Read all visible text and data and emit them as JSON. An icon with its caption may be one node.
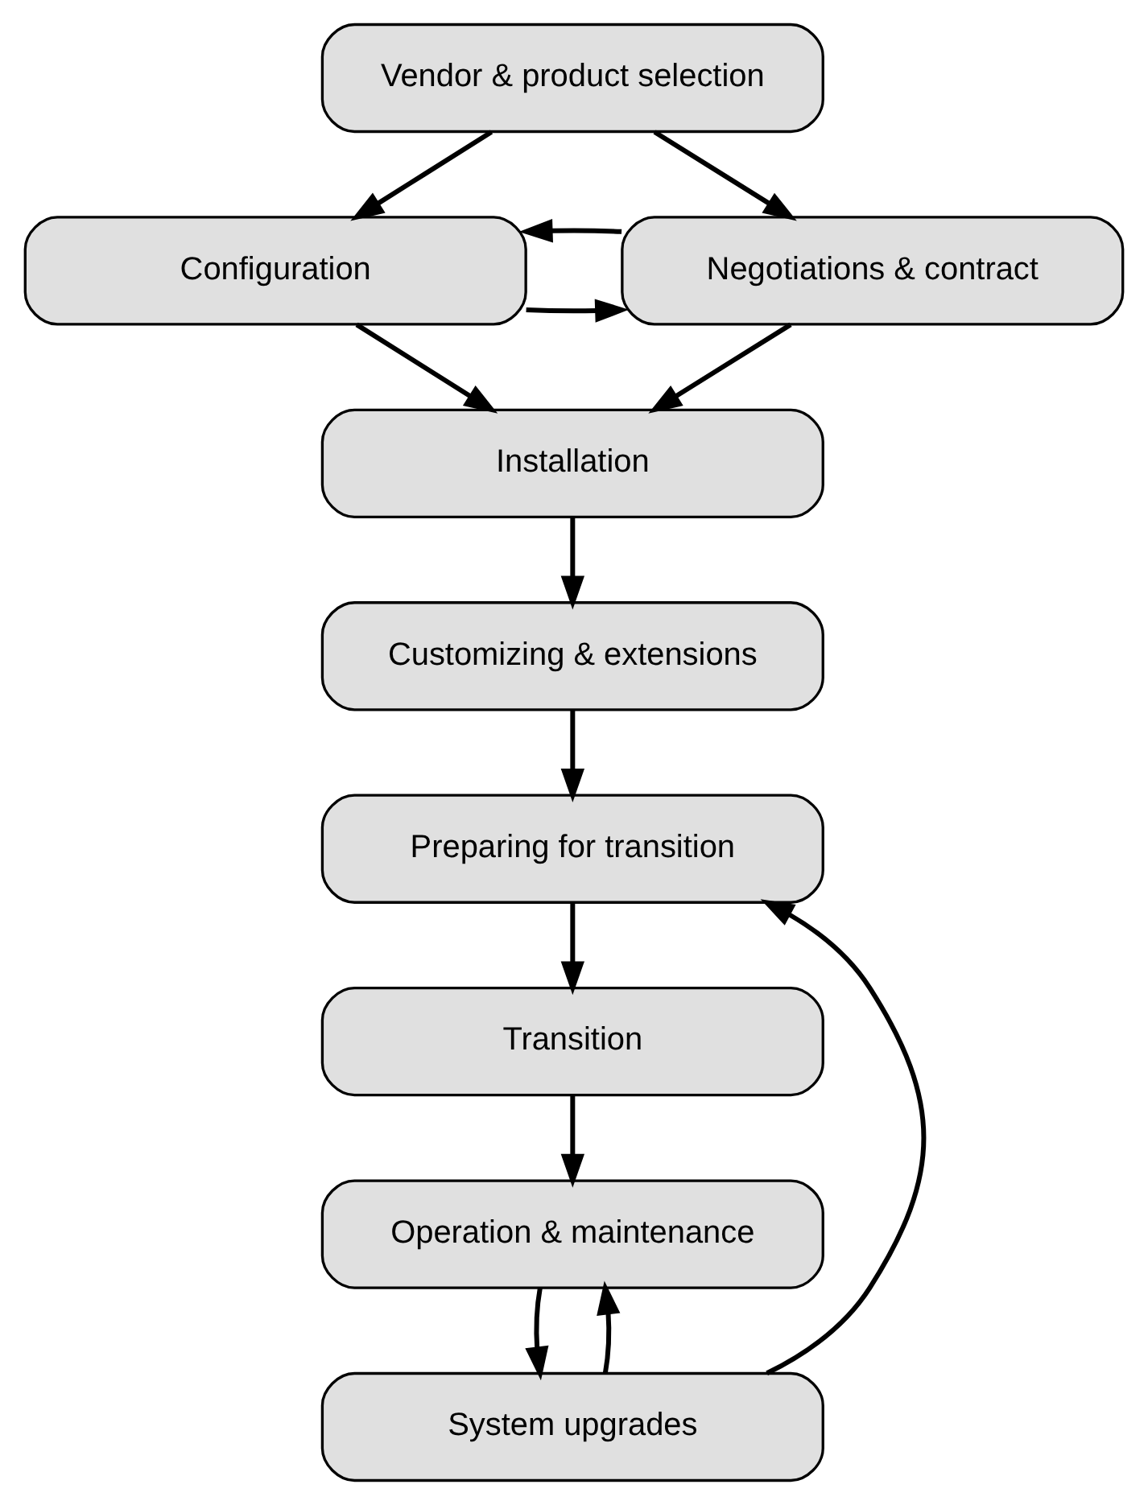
{
  "diagram": {
    "nodes": [
      {
        "text": [
          "Vendor & product selection"
        ]
      },
      {
        "text": [
          "Configuration"
        ]
      },
      {
        "text": [
          "Negotiations & contract"
        ]
      },
      {
        "text": [
          "Installation"
        ]
      },
      {
        "text": [
          "Customizing & extensions"
        ]
      },
      {
        "text": [
          "Preparing for transition"
        ]
      },
      {
        "text": [
          "Transition"
        ]
      },
      {
        "text": [
          "Operation & maintenance"
        ]
      },
      {
        "text": [
          "System upgrades"
        ]
      }
    ],
    "edges": [
      {
        "from": 0,
        "to": 1,
        "arrow": "to"
      },
      {
        "from": 0,
        "to": 2,
        "arrow": "to"
      },
      {
        "from": 1,
        "to": 2,
        "arrow": "to"
      },
      {
        "from": 2,
        "to": 1,
        "arrow": "to"
      },
      {
        "from": 1,
        "to": 3,
        "arrow": "to"
      },
      {
        "from": 2,
        "to": 3,
        "arrow": "to"
      },
      {
        "from": 3,
        "to": 4,
        "arrow": "to"
      },
      {
        "from": 4,
        "to": 5,
        "arrow": "to"
      },
      {
        "from": 5,
        "to": 6,
        "arrow": "to"
      },
      {
        "from": 6,
        "to": 7,
        "arrow": "to"
      },
      {
        "from": 7,
        "to": 8,
        "arrow": "to"
      },
      {
        "from": 8,
        "to": 7,
        "arrow": "to"
      },
      {
        "from": 8,
        "to": 5,
        "arrow": "to"
      }
    ]
  }
}
